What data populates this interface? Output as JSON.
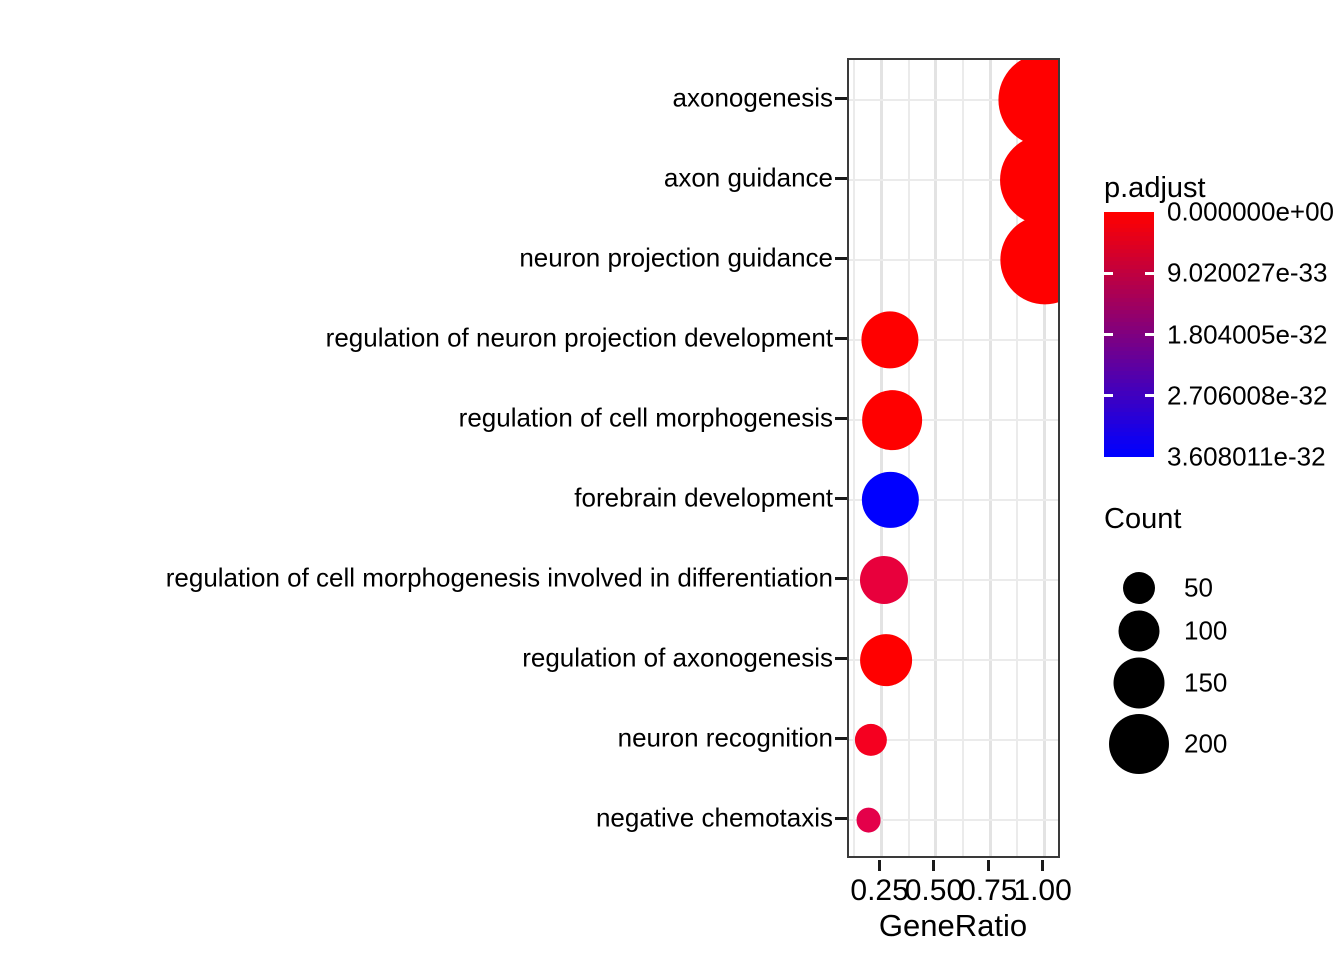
{
  "chart_data": {
    "type": "scatter",
    "plot_kind": "go-enrichment-dotplot",
    "title": "",
    "xlabel": "GeneRatio",
    "ylabel": "",
    "xlim": [
      0.1,
      1.08
    ],
    "xticks": [
      0.25,
      0.5,
      0.75,
      1.0
    ],
    "xtick_labels": [
      "0.25",
      "0.50",
      "0.75",
      "1.00"
    ],
    "grid": true,
    "grid_color": "#ebebeb",
    "panel_border_color": "#3a3a3a",
    "categories": [
      "axonogenesis",
      "axon guidance",
      "neuron projection guidance",
      "regulation of neuron projection development",
      "regulation of cell morphogenesis",
      "forebrain development",
      "regulation of cell morphogenesis involved in differentiation",
      "regulation of axonogenesis",
      "neuron recognition",
      "negative chemotaxis"
    ],
    "points": [
      {
        "term": "axonogenesis",
        "gene_ratio": 1.0,
        "count": 210,
        "p_adjust": 0.0,
        "color": "#ff0000"
      },
      {
        "term": "axon guidance",
        "gene_ratio": 1.0,
        "count": 200,
        "p_adjust": 0.0,
        "color": "#ff0000"
      },
      {
        "term": "neuron projection guidance",
        "gene_ratio": 1.0,
        "count": 198,
        "p_adjust": 0.0,
        "color": "#ff0000"
      },
      {
        "term": "regulation of neuron projection development",
        "gene_ratio": 0.29,
        "count": 112,
        "p_adjust": 1e-34,
        "color": "#ff0000"
      },
      {
        "term": "regulation of cell morphogenesis",
        "gene_ratio": 0.3,
        "count": 118,
        "p_adjust": 1e-34,
        "color": "#ff0000"
      },
      {
        "term": "forebrain development",
        "gene_ratio": 0.29,
        "count": 110,
        "p_adjust": 3.608011e-32,
        "color": "#0000ff"
      },
      {
        "term": "regulation of cell morphogenesis involved in differentiation",
        "gene_ratio": 0.26,
        "count": 92,
        "p_adjust": 6e-33,
        "color": "#e8003c"
      },
      {
        "term": "regulation of axonogenesis",
        "gene_ratio": 0.27,
        "count": 100,
        "p_adjust": 1e-34,
        "color": "#ff0000"
      },
      {
        "term": "neuron recognition",
        "gene_ratio": 0.2,
        "count": 62,
        "p_adjust": 2e-33,
        "color": "#f50020"
      },
      {
        "term": "negative chemotaxis",
        "gene_ratio": 0.19,
        "count": 50,
        "p_adjust": 5e-33,
        "color": "#e4004a"
      }
    ],
    "legends": {
      "color": {
        "title": "p.adjust",
        "labels": [
          "0.000000e+00",
          "9.020027e-33",
          "1.804005e-32",
          "2.706008e-32",
          "3.608011e-32"
        ],
        "values": [
          0.0,
          9.020027e-33,
          1.804005e-32,
          2.706008e-32,
          3.608011e-32
        ],
        "gradient_top": "#ff0000",
        "gradient_bottom": "#0000ff",
        "position": "right"
      },
      "size": {
        "title": "Count",
        "labels": [
          "50",
          "100",
          "150",
          "200"
        ],
        "values": [
          50,
          100,
          150,
          200
        ],
        "dot_color": "#000000",
        "position": "right"
      }
    }
  }
}
